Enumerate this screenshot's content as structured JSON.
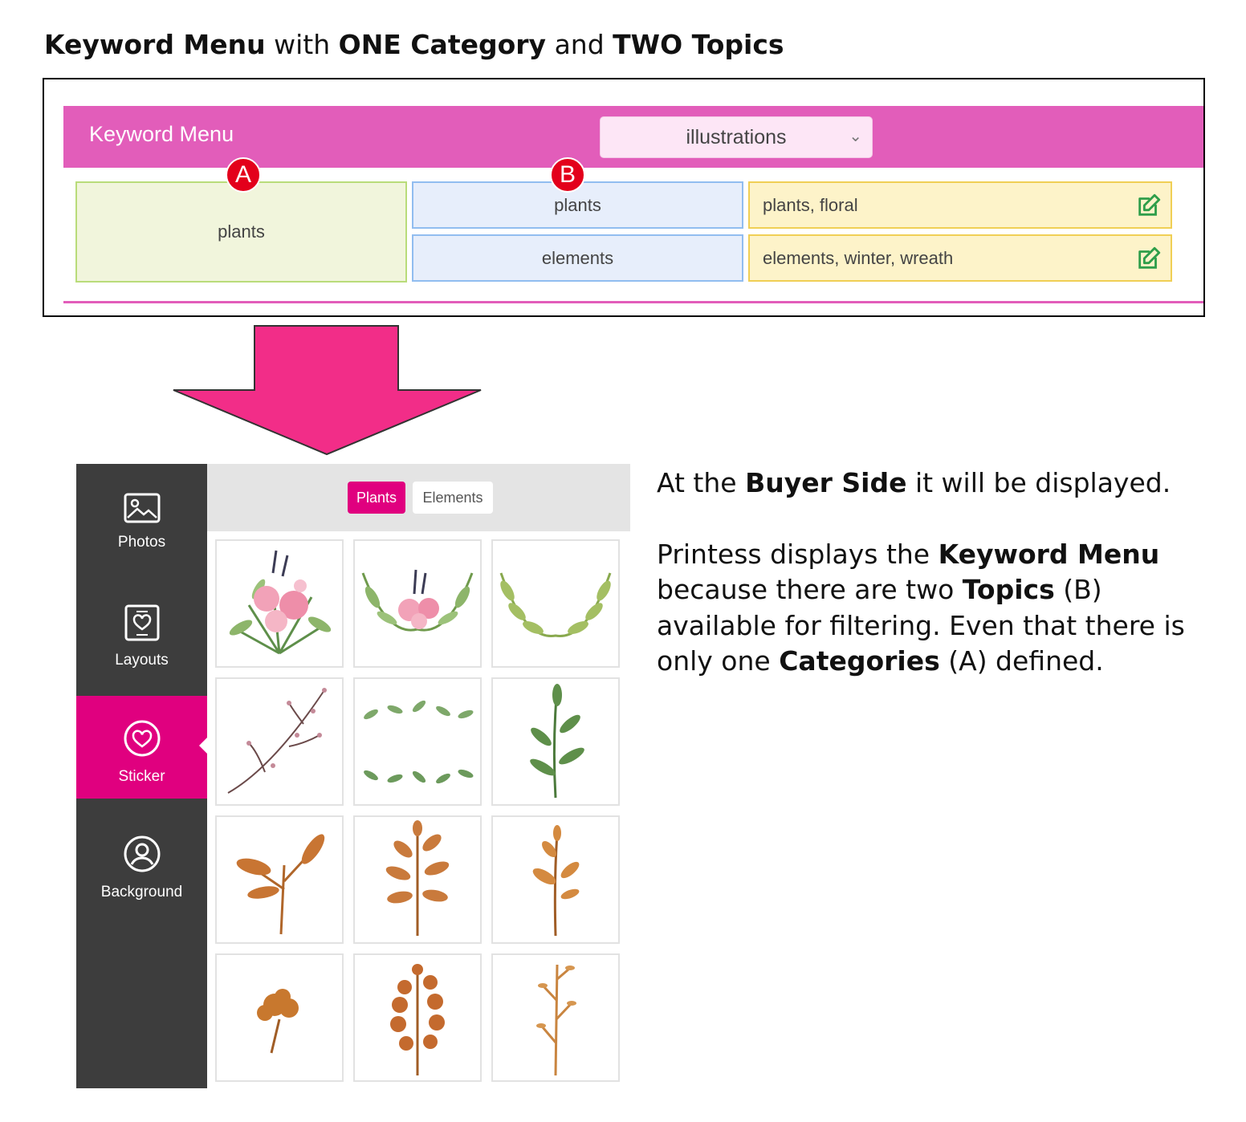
{
  "heading": {
    "part1_bold": "Keyword Menu",
    "part2": " with ",
    "part3_bold": "ONE Category",
    "part4": " and ",
    "part5_bold": "TWO Topics"
  },
  "keyword_menu": {
    "title": "Keyword Menu",
    "select": {
      "value": "illustrations",
      "chevron_icon": "chevron-down-icon"
    },
    "badges": {
      "a": "A",
      "b": "B"
    },
    "category": "plants",
    "topics": [
      "plants",
      "elements"
    ],
    "keywords": [
      "plants, floral",
      "elements, winter, wreath"
    ],
    "edit_icon": "edit-icon"
  },
  "app": {
    "sidebar": [
      {
        "label": "Photos",
        "icon": "image-icon",
        "active": false
      },
      {
        "label": "Layouts",
        "icon": "layout-icon",
        "active": false
      },
      {
        "label": "Sticker",
        "icon": "sticker-heart-icon",
        "active": true
      },
      {
        "label": "Background",
        "icon": "user-circle-icon",
        "active": false
      }
    ],
    "tabs": [
      {
        "label": "Plants",
        "active": true
      },
      {
        "label": "Elements",
        "active": false
      }
    ]
  },
  "description": {
    "p1": {
      "t1": "At the ",
      "b1": "Buyer Side",
      "t2": " it will be displayed."
    },
    "p2": {
      "t1": "Printess displays the ",
      "b1": "Keyword Menu",
      "t2": " because there are two ",
      "b2": "Topics",
      "t3": " (B) available for filtering. Even that there is only one ",
      "b3": "Categories",
      "t4": " (A) defined."
    }
  },
  "colors": {
    "menu_bar": "#e25dba",
    "accent": "#e0007f",
    "arrow": "#f22d88",
    "badge": "#e3001b",
    "sidebar": "#3d3d3d"
  }
}
